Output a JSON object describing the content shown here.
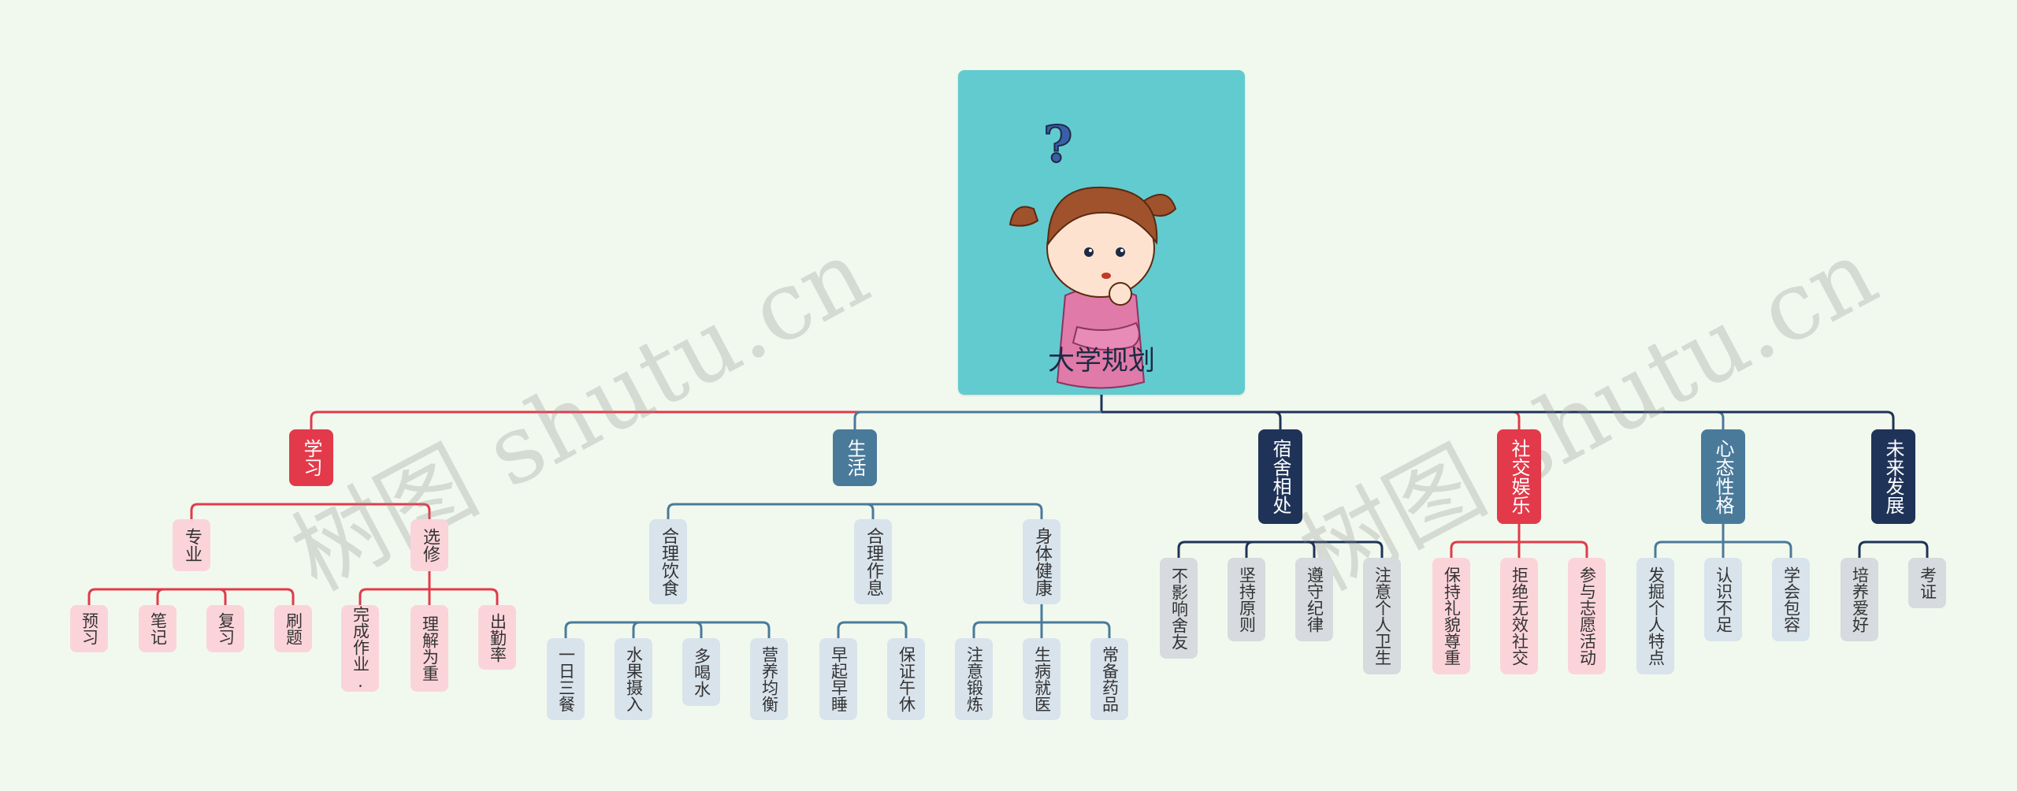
{
  "root": {
    "title": "大学规划",
    "image": "thinking-girl-illustration"
  },
  "watermark": "树图 shutu.cn",
  "colors": {
    "background": "#f1f9ee",
    "red": "#e23a4a",
    "steel": "#4a7a9a",
    "navy": "#1f3358",
    "red_light": "#fbd4da",
    "steel_light": "#d8e3ec",
    "navy_light": "#d7dade"
  },
  "branches": [
    {
      "label": "学习",
      "theme": "red",
      "children": [
        {
          "label": "专业",
          "children": [
            "预习",
            "笔记",
            "复习",
            "刷题"
          ]
        },
        {
          "label": "选修",
          "children": [
            "完成作业.",
            "理解为重",
            "出勤率"
          ]
        }
      ]
    },
    {
      "label": "生活",
      "theme": "steel",
      "children": [
        {
          "label": "合理饮食",
          "children": [
            "一日三餐",
            "水果摄入",
            "多喝水",
            "营养均衡"
          ]
        },
        {
          "label": "合理作息",
          "children": [
            "早起早睡",
            "保证午休"
          ]
        },
        {
          "label": "身体健康",
          "children": [
            "注意锻炼",
            "生病就医",
            "常备药品"
          ]
        }
      ]
    },
    {
      "label": "宿舍相处",
      "theme": "navy",
      "children": [
        {
          "label": "不影响舍友"
        },
        {
          "label": "坚持原则"
        },
        {
          "label": "遵守纪律"
        },
        {
          "label": "注意个人卫生"
        }
      ]
    },
    {
      "label": "社交娱乐",
      "theme": "red",
      "children": [
        {
          "label": "保持礼貌尊重"
        },
        {
          "label": "拒绝无效社交"
        },
        {
          "label": "参与志愿活动"
        }
      ]
    },
    {
      "label": "心态性格",
      "theme": "steel",
      "children": [
        {
          "label": "发掘个人特点"
        },
        {
          "label": "认识不足"
        },
        {
          "label": "学会包容"
        }
      ]
    },
    {
      "label": "未来发展",
      "theme": "navy",
      "children": [
        {
          "label": "培养爱好"
        },
        {
          "label": "考证"
        }
      ]
    }
  ]
}
